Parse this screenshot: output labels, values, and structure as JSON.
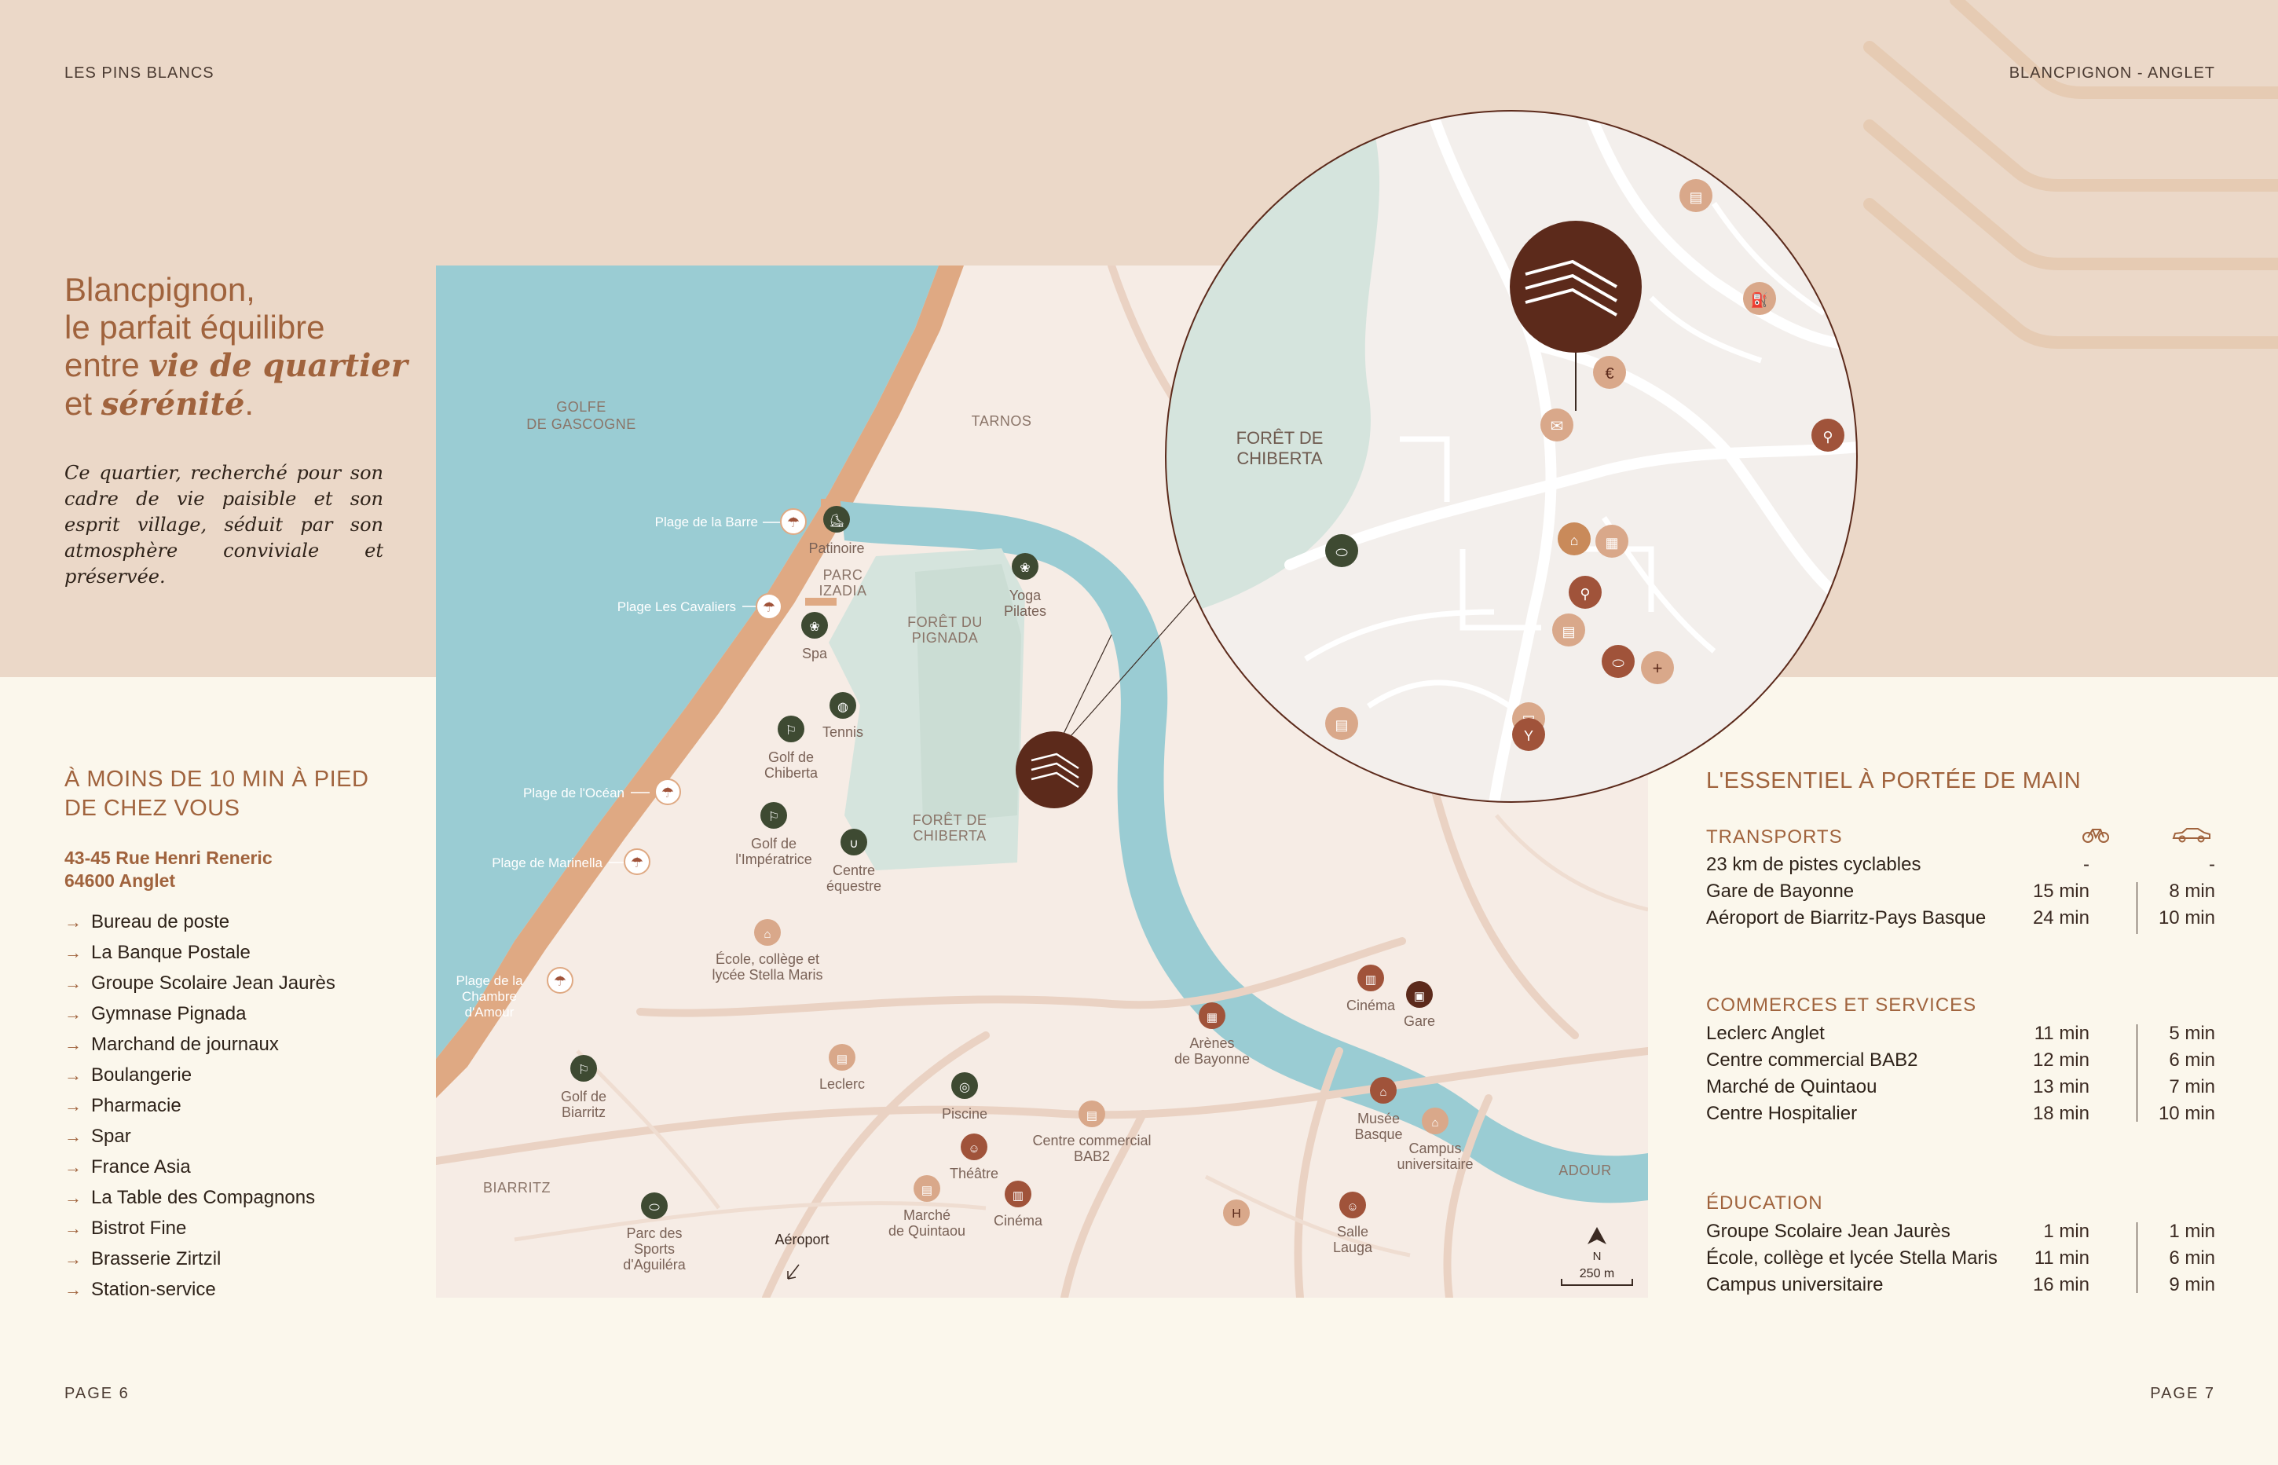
{
  "header": {
    "left": "LES PINS BLANCS",
    "right": "BLANCPIGNON - ANGLET"
  },
  "footer": {
    "left": "PAGE 6",
    "right": "PAGE 7"
  },
  "headline": {
    "line1": "Blancpignon,",
    "line2": "le parfait équilibre",
    "line3_pre": "entre ",
    "line3_em": "vie de quartier",
    "line4_pre": "et ",
    "line4_em": "sérénité",
    "line4_post": "."
  },
  "intro": "Ce quartier, recherché pour son cadre de vie paisible et son esprit village, séduit par son atmosphère conviviale et préservée.",
  "walk": {
    "title_line1": "À MOINS DE 10 MIN À PIED",
    "title_line2": "DE CHEZ VOUS",
    "address_line1": "43-45 Rue Henri Reneric",
    "address_line2": "64600 Anglet",
    "items": [
      "Bureau de poste",
      "La Banque Postale",
      "Groupe Scolaire Jean Jaurès",
      "Gymnase Pignada",
      "Marchand de journaux",
      "Boulangerie",
      "Pharmacie",
      "Spar",
      "France Asia",
      "La Table des Compagnons",
      "Bistrot Fine",
      "Brasserie Zirtzil",
      "Station-service"
    ]
  },
  "map": {
    "areas": {
      "golfe_1": "GOLFE",
      "golfe_2": "DE GASCOGNE",
      "tarnos": "TARNOS",
      "parc_1": "PARC",
      "parc_2": "IZADIA",
      "pignada_1": "FORÊT DU",
      "pignada_2": "PIGNADA",
      "chiberta_1": "FORÊT DE",
      "chiberta_2": "CHIBERTA",
      "biarritz": "BIARRITZ",
      "adour": "ADOUR"
    },
    "beaches": [
      "Plage de la Barre",
      "Plage Les Cavaliers",
      "Plage de l'Océan",
      "Plage de Marinella",
      "Plage de la",
      "Chambre",
      "d'Amour"
    ],
    "pois": {
      "patinoire": "Patinoire",
      "spa": "Spa",
      "yoga_1": "Yoga",
      "yoga_2": "Pilates",
      "tennis": "Tennis",
      "golf_chiberta_1": "Golf de",
      "golf_chiberta_2": "Chiberta",
      "golf_imp_1": "Golf de",
      "golf_imp_2": "l'Impératrice",
      "equestre_1": "Centre",
      "equestre_2": "équestre",
      "ecole_1": "École, collège et",
      "ecole_2": "lycée Stella Maris",
      "golf_biarritz_1": "Golf de",
      "golf_biarritz_2": "Biarritz",
      "leclerc": "Leclerc",
      "piscine": "Piscine",
      "bab2_1": "Centre commercial",
      "bab2_2": "BAB2",
      "theatre": "Théâtre",
      "marche_1": "Marché",
      "marche_2": "de Quintaou",
      "cinema_quintaou": "Cinéma",
      "arenes_1": "Arènes",
      "arenes_2": "de Bayonne",
      "cinema_bayonne": "Cinéma",
      "gare": "Gare",
      "musee_1": "Musée",
      "musee_2": "Basque",
      "campus_1": "Campus",
      "campus_2": "universitaire",
      "salle_1": "Salle",
      "salle_2": "Lauga",
      "parc_sports_1": "Parc des",
      "parc_sports_2": "Sports",
      "parc_sports_3": "d'Aguiléra",
      "aeroport": "Aéroport",
      "hopital": "H"
    },
    "north": "N",
    "scale": "250 m",
    "zoom_area_1": "FORÊT DE",
    "zoom_area_2": "CHIBERTA"
  },
  "essentials": {
    "title": "L'ESSENTIEL À PORTÉE DE MAIN",
    "mode_icons": [
      "bike-icon",
      "car-icon"
    ],
    "categories": [
      {
        "name": "TRANSPORTS",
        "rows": [
          {
            "label": "23 km de pistes cyclables",
            "bike": "-",
            "car": "-"
          },
          {
            "label": "Gare de Bayonne",
            "bike": "15 min",
            "car": "8 min"
          },
          {
            "label": "Aéroport de Biarritz-Pays Basque",
            "bike": "24 min",
            "car": "10 min"
          }
        ]
      },
      {
        "name": "COMMERCES ET SERVICES",
        "rows": [
          {
            "label": "Leclerc Anglet",
            "bike": "11 min",
            "car": "5 min"
          },
          {
            "label": "Centre commercial BAB2",
            "bike": "12 min",
            "car": "6 min"
          },
          {
            "label": "Marché de Quintaou",
            "bike": "13 min",
            "car": "7 min"
          },
          {
            "label": "Centre Hospitalier",
            "bike": "18 min",
            "car": "10 min"
          }
        ]
      },
      {
        "name": "ÉDUCATION",
        "rows": [
          {
            "label": "Groupe Scolaire Jean Jaurès",
            "bike": "1 min",
            "car": "1 min"
          },
          {
            "label": "École, collège et lycée Stella Maris",
            "bike": "11 min",
            "car": "6 min"
          },
          {
            "label": "Campus universitaire",
            "bike": "16 min",
            "car": "9 min"
          }
        ]
      }
    ]
  },
  "colors": {
    "top_band": "#EBD8C8",
    "page": "#FBF7EC",
    "accent": "#A0633D",
    "water": "#9ACCD3",
    "forest": "#D5E4DD",
    "land": "#F6ECE5",
    "marker": "#5C2A1B",
    "poi_green": "#3E4A32",
    "poi_brown": "#A0533A",
    "poi_tan": "#D9A88A"
  }
}
